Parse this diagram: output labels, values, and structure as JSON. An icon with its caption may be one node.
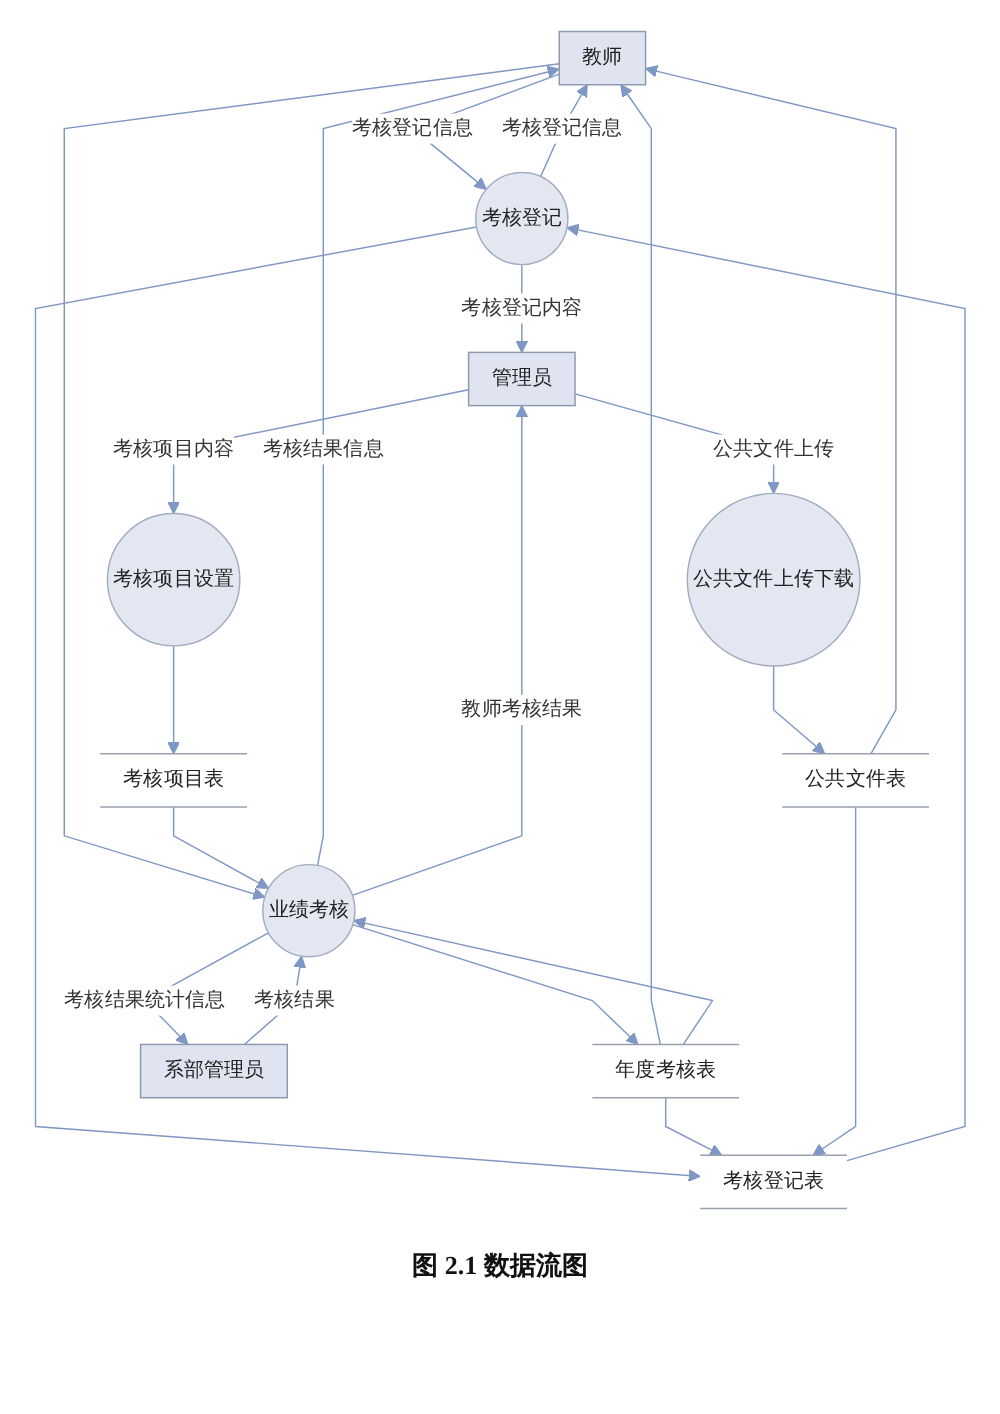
{
  "diagram": {
    "caption": "图 2.1 数据流图",
    "nodes": [
      {
        "text": [
          "教师"
        ]
      },
      {
        "text": [
          "考核登记"
        ]
      },
      {
        "text": [
          "考核登记表"
        ]
      },
      {
        "text": [
          "年度考核表"
        ]
      },
      {
        "text": [
          "业绩考核"
        ]
      },
      {
        "text": [
          "系部管理员"
        ]
      },
      {
        "text": [
          "公共文件表"
        ]
      },
      {
        "text": [
          "考核项目表"
        ]
      },
      {
        "text": [
          "公共文件上传下载"
        ]
      },
      {
        "text": [
          "考核项目设置"
        ]
      },
      {
        "text": [
          "管理员"
        ]
      }
    ],
    "edges": [
      {
        "from": 0,
        "to": 1,
        "arrow": "to",
        "label": "考核登记信息"
      },
      {
        "from": 1,
        "to": 0,
        "arrow": "to",
        "label": "考核登记信息"
      },
      {
        "from": 1,
        "to": 10,
        "arrow": "to",
        "label": "考核登记内容"
      },
      {
        "from": 4,
        "to": 0,
        "arrow": "to",
        "label": "考核结果信息"
      },
      {
        "from": 4,
        "to": 10,
        "arrow": "to",
        "label": "教师考核结果"
      },
      {
        "from": 0,
        "to": 4,
        "arrow": "to"
      },
      {
        "from": 1,
        "to": 2,
        "arrow": "to"
      },
      {
        "from": 2,
        "to": 1,
        "arrow": "to"
      },
      {
        "from": 3,
        "to": 2,
        "arrow": "to"
      },
      {
        "from": 3,
        "to": 0,
        "arrow": "to"
      },
      {
        "from": 6,
        "to": 0,
        "arrow": "to"
      },
      {
        "from": 6,
        "to": 2,
        "arrow": "to"
      },
      {
        "from": 3,
        "to": 4,
        "arrow": "to"
      },
      {
        "from": 4,
        "to": 3,
        "arrow": "to"
      },
      {
        "from": 4,
        "to": 5,
        "arrow": "to",
        "label": "考核结果统计信息"
      },
      {
        "from": 5,
        "to": 4,
        "arrow": "to",
        "label": "考核结果"
      },
      {
        "from": 7,
        "to": 4,
        "arrow": "to"
      },
      {
        "from": 9,
        "to": 7,
        "arrow": "to"
      },
      {
        "from": 10,
        "to": 9,
        "arrow": "to",
        "label": "考核项目内容"
      },
      {
        "from": 10,
        "to": 8,
        "arrow": "to",
        "label": "公共文件上传"
      },
      {
        "from": 8,
        "to": 6,
        "arrow": "to"
      }
    ]
  }
}
